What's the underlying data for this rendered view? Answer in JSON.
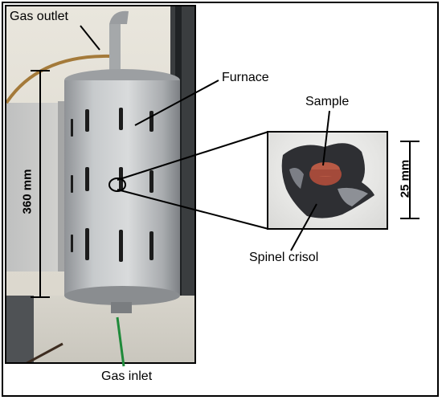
{
  "labels": {
    "gas_outlet": "Gas outlet",
    "furnace": "Furnace",
    "sample": "Sample",
    "spinel_crisol": "Spinel crisol",
    "gas_inlet": "Gas inlet",
    "height_furnace": "360 mm",
    "height_sample": "25 mm"
  },
  "colors": {
    "furnace_metal": "#b9bcbf",
    "furnace_slot": "#1c1c1c",
    "sample": "#a44a3a",
    "crucible": "#2e2f33",
    "outlet_pipe": "#a5a8aa",
    "annotation_line": "#000000",
    "inlet_line": "#1f8a3a"
  }
}
